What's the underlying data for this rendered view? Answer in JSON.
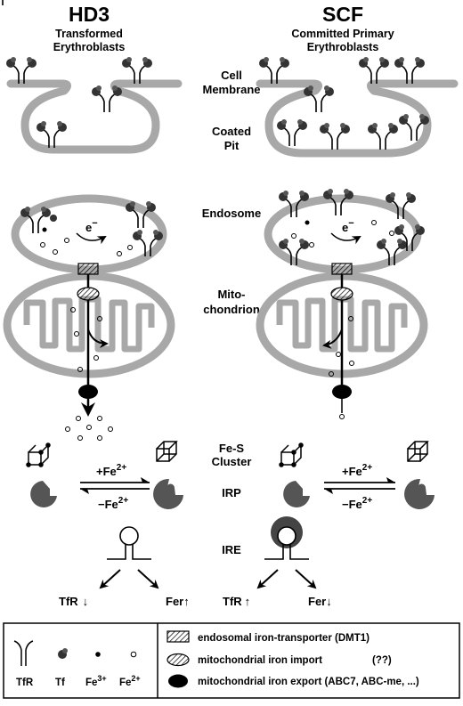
{
  "columns": {
    "left": {
      "title": "HD3",
      "subtitle_line1": "Transformed",
      "subtitle_line2": "Erythroblasts"
    },
    "right": {
      "title": "SCF",
      "subtitle_line1": "Committed Primary",
      "subtitle_line2": "Erythroblasts"
    }
  },
  "stages": {
    "cell_membrane_1": "Cell",
    "cell_membrane_2": "Membrane",
    "coated_pit_1": "Coated",
    "coated_pit_2": "Pit",
    "endosome": "Endosome",
    "mitochondrion_1": "Mito-",
    "mitochondrion_2": "chondrion",
    "fes_1": "Fe-S",
    "fes_2": "Cluster",
    "irp": "IRP",
    "ire": "IRE"
  },
  "reduction_label": "e",
  "reduction_sup": "−",
  "transitions": {
    "plus_fe": "+Fe",
    "minus_fe": "−Fe",
    "charge": "2+"
  },
  "outputs": {
    "left_tfr": "TfR",
    "left_tfr_arrow": "↓",
    "left_fer": "Fer",
    "left_fer_arrow": "↑",
    "right_tfr": "TfR",
    "right_tfr_arrow": "↑",
    "right_fer": "Fer",
    "right_fer_arrow": "↓"
  },
  "legend": {
    "tfr": "TfR",
    "tf": "Tf",
    "fe3": "Fe",
    "fe3_sup": "3+",
    "fe2": "Fe",
    "fe2_sup": "2+",
    "dmt1": "endosomal iron-transporter (DMT1)",
    "import": "mitochondrial iron import",
    "import_note": "(??)",
    "export": "mitochondrial iron export (ABC7, ABC-me, ...)"
  }
}
